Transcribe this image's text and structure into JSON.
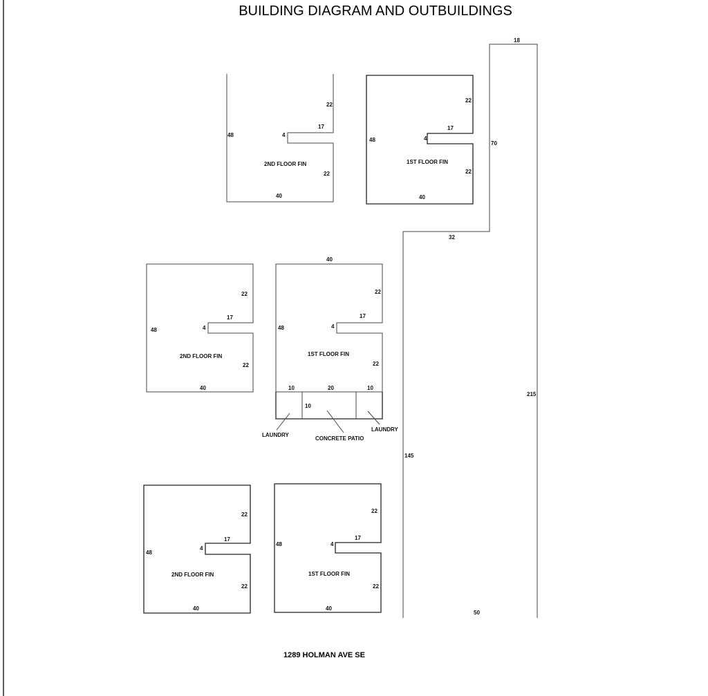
{
  "title": "BUILDING DIAGRAM AND OUTBUILDINGS",
  "address": "1289 HOLMAN AVE SE",
  "buildings": [
    {
      "label": "2ND FLOOR FIN",
      "top_dim": "",
      "left": "48",
      "upper_right": "22",
      "notch_len": "17",
      "notch_w": "4",
      "lower_right": "22",
      "bottom": "40"
    },
    {
      "label": "1ST FLOOR FIN",
      "top_dim": "",
      "left": "48",
      "upper_right": "22",
      "notch_len": "17",
      "notch_w": "4",
      "lower_right": "22",
      "bottom": "40"
    },
    {
      "label": "2ND FLOOR FIN",
      "top_dim": "",
      "left": "48",
      "upper_right": "22",
      "notch_len": "17",
      "notch_w": "4",
      "lower_right": "22",
      "bottom": "40"
    },
    {
      "label": "1ST FLOOR FIN",
      "top_dim": "40",
      "left": "48",
      "upper_right": "22",
      "notch_len": "17",
      "notch_w": "4",
      "lower_right": "22",
      "bottom": ""
    },
    {
      "label": "2ND FLOOR FIN",
      "top_dim": "",
      "left": "48",
      "upper_right": "22",
      "notch_len": "17",
      "notch_w": "4",
      "lower_right": "22",
      "bottom": "40"
    },
    {
      "label": "1ST FLOOR FIN",
      "top_dim": "",
      "left": "48",
      "upper_right": "22",
      "notch_len": "17",
      "notch_w": "4",
      "lower_right": "22",
      "bottom": "40"
    }
  ],
  "patio": {
    "dims": [
      "10",
      "20",
      "10"
    ],
    "depth": "10",
    "labels": [
      "LAUNDRY",
      "CONCRETE PATIO",
      "LAUNDRY"
    ]
  },
  "lot": {
    "top": "18",
    "upper_right_side": "70",
    "step": "32",
    "right": "215",
    "left": "145",
    "bottom": "50"
  }
}
